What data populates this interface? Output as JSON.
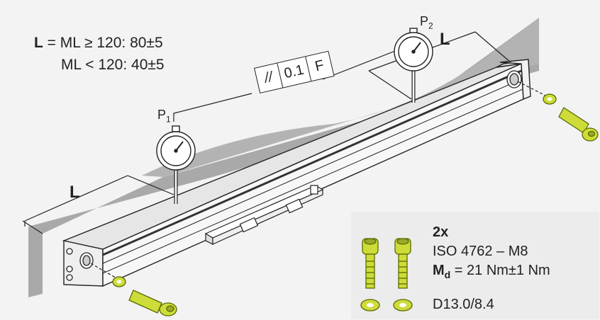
{
  "formula": {
    "symbol": "L",
    "equals": "=",
    "line1": "ML ≥ 120: 80±5",
    "line2": "ML < 120: 40±5"
  },
  "probes": {
    "p1": {
      "letter": "P",
      "index": "1"
    },
    "p2": {
      "letter": "P",
      "index": "2"
    }
  },
  "dimension_label": "L",
  "tolerance": {
    "symbol": "//",
    "value": "0.1",
    "datum": "F"
  },
  "spec": {
    "quantity": "2x",
    "screw": "ISO 4762 – M8",
    "torque_symbol": "M",
    "torque_subscript": "d",
    "torque_value": "= 21 Nm±1 Nm",
    "washer": "D13.0/8.4"
  },
  "colors": {
    "screw": "#cddc39",
    "screw_outline": "#5a6b00",
    "mounting_surface": "#a9a9a9",
    "scale_body": "#f7f7f7",
    "outline": "#222222"
  }
}
